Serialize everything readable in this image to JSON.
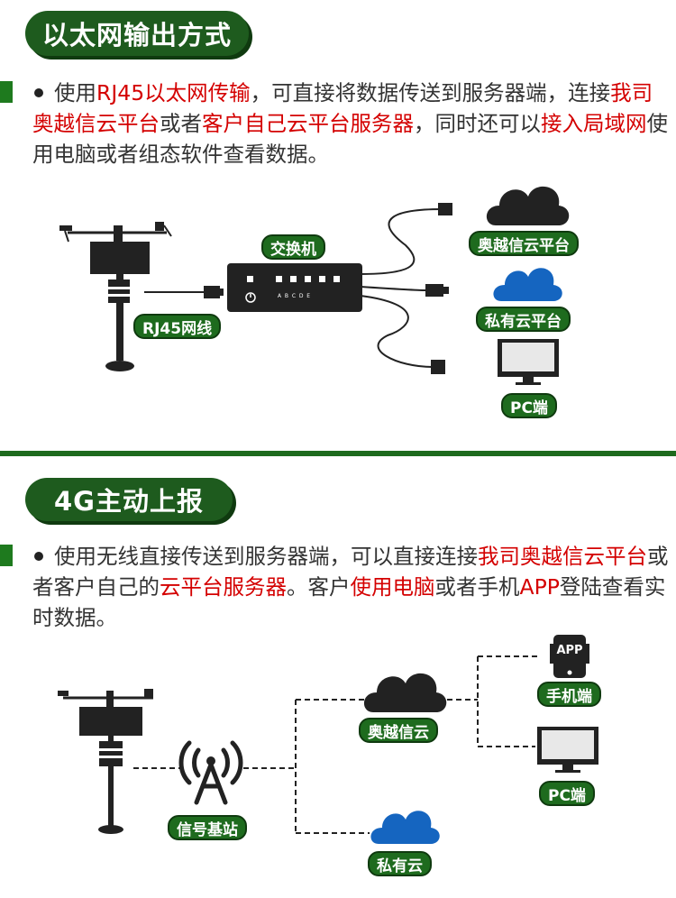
{
  "section1": {
    "title": "以太网输出方式",
    "para": [
      {
        "t": "使用",
        "hl": false
      },
      {
        "t": "RJ45以太网传输",
        "hl": true
      },
      {
        "t": "，可直接将数据传送到服务器端，连接",
        "hl": false
      },
      {
        "t": "我司奥越信云平台",
        "hl": true
      },
      {
        "t": "或者",
        "hl": false
      },
      {
        "t": "客户自己云平台服务器",
        "hl": true
      },
      {
        "t": "，同时还可以",
        "hl": false
      },
      {
        "t": "接入局域网",
        "hl": true
      },
      {
        "t": "使用电脑或者组态软件查看数据。",
        "hl": false
      }
    ],
    "labels": {
      "switch": "交换机",
      "cable": "RJ45网线",
      "cloud_main": "奥越信云平台",
      "cloud_private": "私有云平台",
      "pc": "PC端"
    },
    "switch_ports": "A  B  C  D  E"
  },
  "section2": {
    "title": "4G主动上报",
    "para": [
      {
        "t": "使用无线直接传送到服务器端，可以直接连接",
        "hl": false
      },
      {
        "t": "我司奥越信云平台",
        "hl": true
      },
      {
        "t": "或者客户自己的",
        "hl": false
      },
      {
        "t": "云平台服务器",
        "hl": true
      },
      {
        "t": "。客户",
        "hl": false
      },
      {
        "t": "使用电脑",
        "hl": true
      },
      {
        "t": "或者手机",
        "hl": false
      },
      {
        "t": "APP",
        "hl": true
      },
      {
        "t": "登陆查看实时数据。",
        "hl": false
      }
    ],
    "labels": {
      "tower": "信号基站",
      "cloud_main": "奥越信云",
      "cloud_private": "私有云",
      "phone": "手机端",
      "pc": "PC端",
      "app_icon_text": "APP"
    }
  },
  "colors": {
    "green": "#1e6b1e",
    "red": "#d40000",
    "blue_cloud": "#1565c0",
    "dark": "#222222"
  }
}
